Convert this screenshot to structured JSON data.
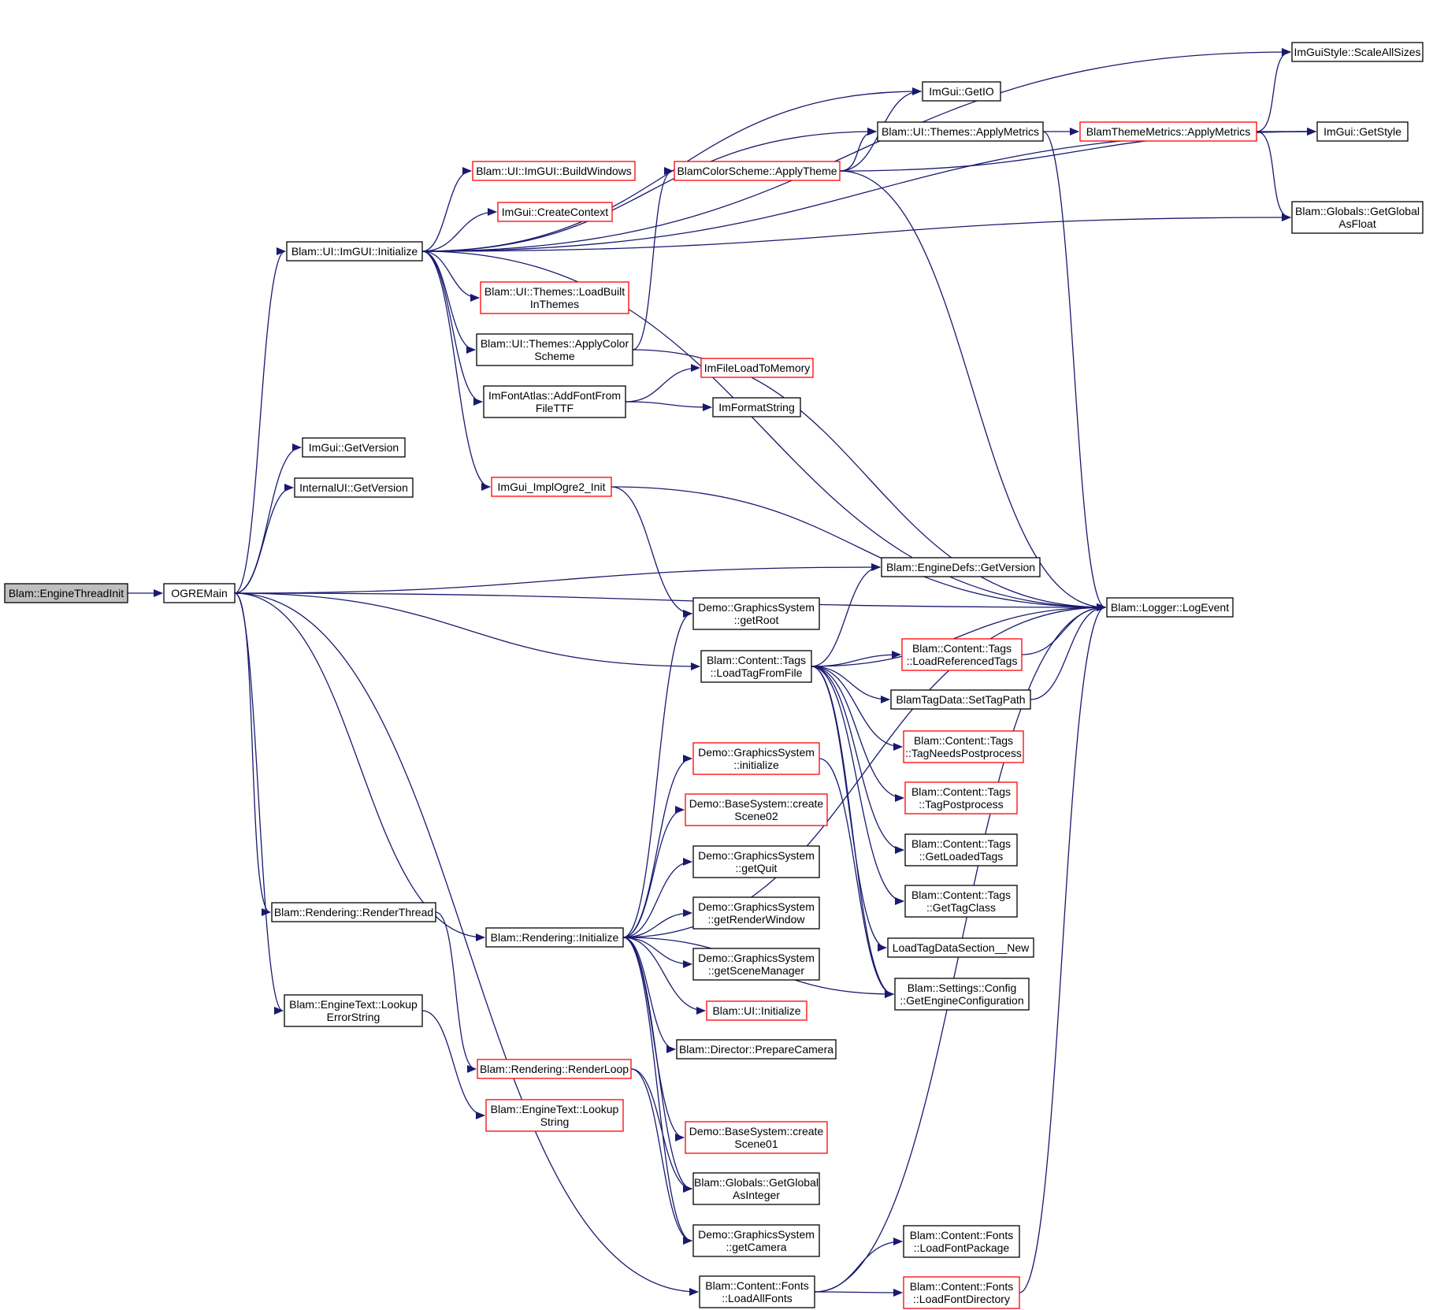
{
  "graph": {
    "nodes": [
      {
        "id": "n_engine_thread_init",
        "lines": [
          "Blam::EngineThreadInit"
        ],
        "style": "root"
      },
      {
        "id": "n_ogre_main",
        "lines": [
          "OGREMain"
        ],
        "style": "normal"
      },
      {
        "id": "n_imgui_initialize",
        "lines": [
          "Blam::UI::ImGUI::Initialize"
        ],
        "style": "normal"
      },
      {
        "id": "n_imgui_getversion",
        "lines": [
          "ImGui::GetVersion"
        ],
        "style": "normal"
      },
      {
        "id": "n_internalui_getversion",
        "lines": [
          "InternalUI::GetVersion"
        ],
        "style": "normal"
      },
      {
        "id": "n_render_thread",
        "lines": [
          "Blam::Rendering::RenderThread"
        ],
        "style": "normal"
      },
      {
        "id": "n_lookup_error_string",
        "lines": [
          "Blam::EngineText::Lookup",
          "ErrorString"
        ],
        "style": "normal"
      },
      {
        "id": "n_build_windows",
        "lines": [
          "Blam::UI::ImGUI::BuildWindows"
        ],
        "style": "truncated"
      },
      {
        "id": "n_create_context",
        "lines": [
          "ImGui::CreateContext"
        ],
        "style": "truncated"
      },
      {
        "id": "n_load_builtin_themes",
        "lines": [
          "Blam::UI::Themes::LoadBuilt",
          "InThemes"
        ],
        "style": "truncated"
      },
      {
        "id": "n_apply_color_scheme",
        "lines": [
          "Blam::UI::Themes::ApplyColor",
          "Scheme"
        ],
        "style": "normal"
      },
      {
        "id": "n_add_font_from_file",
        "lines": [
          "ImFontAtlas::AddFontFrom",
          "FileTTF"
        ],
        "style": "normal"
      },
      {
        "id": "n_impl_ogre2_init",
        "lines": [
          "ImGui_ImplOgre2_Init"
        ],
        "style": "truncated"
      },
      {
        "id": "n_rendering_initialize",
        "lines": [
          "Blam::Rendering::Initialize"
        ],
        "style": "normal"
      },
      {
        "id": "n_render_loop",
        "lines": [
          "Blam::Rendering::RenderLoop"
        ],
        "style": "truncated"
      },
      {
        "id": "n_lookup_string",
        "lines": [
          "Blam::EngineText::Lookup",
          "String"
        ],
        "style": "truncated"
      },
      {
        "id": "n_get_io",
        "lines": [
          "ImGui::GetIO"
        ],
        "style": "normal"
      },
      {
        "id": "n_themes_apply_metrics",
        "lines": [
          "Blam::UI::Themes::ApplyMetrics"
        ],
        "style": "normal"
      },
      {
        "id": "n_color_scheme_apply_theme",
        "lines": [
          "BlamColorScheme::ApplyTheme"
        ],
        "style": "truncated"
      },
      {
        "id": "n_im_file_load",
        "lines": [
          "ImFileLoadToMemory"
        ],
        "style": "truncated"
      },
      {
        "id": "n_im_format_string",
        "lines": [
          "ImFormatString"
        ],
        "style": "normal"
      },
      {
        "id": "n_enginedefs_getversion",
        "lines": [
          "Blam::EngineDefs::GetVersion"
        ],
        "style": "normal"
      },
      {
        "id": "n_gs_get_root",
        "lines": [
          "Demo::GraphicsSystem",
          "::getRoot"
        ],
        "style": "normal"
      },
      {
        "id": "n_load_tag_from_file",
        "lines": [
          "Blam::Content::Tags",
          "::LoadTagFromFile"
        ],
        "style": "normal"
      },
      {
        "id": "n_gs_initialize",
        "lines": [
          "Demo::GraphicsSystem",
          "::initialize"
        ],
        "style": "truncated"
      },
      {
        "id": "n_bs_create_scene02",
        "lines": [
          "Demo::BaseSystem::create",
          "Scene02"
        ],
        "style": "truncated"
      },
      {
        "id": "n_gs_get_quit",
        "lines": [
          "Demo::GraphicsSystem",
          "::getQuit"
        ],
        "style": "normal"
      },
      {
        "id": "n_gs_get_render_window",
        "lines": [
          "Demo::GraphicsSystem",
          "::getRenderWindow"
        ],
        "style": "normal"
      },
      {
        "id": "n_gs_get_scene_manager",
        "lines": [
          "Demo::GraphicsSystem",
          "::getSceneManager"
        ],
        "style": "normal"
      },
      {
        "id": "n_ui_initialize",
        "lines": [
          "Blam::UI::Initialize"
        ],
        "style": "truncated"
      },
      {
        "id": "n_director_prepare_camera",
        "lines": [
          "Blam::Director::PrepareCamera"
        ],
        "style": "normal"
      },
      {
        "id": "n_bs_create_scene01",
        "lines": [
          "Demo::BaseSystem::create",
          "Scene01"
        ],
        "style": "truncated"
      },
      {
        "id": "n_get_global_as_integer",
        "lines": [
          "Blam::Globals::GetGlobal",
          "AsInteger"
        ],
        "style": "normal"
      },
      {
        "id": "n_gs_get_camera",
        "lines": [
          "Demo::GraphicsSystem",
          "::getCamera"
        ],
        "style": "normal"
      },
      {
        "id": "n_load_all_fonts",
        "lines": [
          "Blam::Content::Fonts",
          "::LoadAllFonts"
        ],
        "style": "normal"
      },
      {
        "id": "n_theme_metrics_apply",
        "lines": [
          "BlamThemeMetrics::ApplyMetrics"
        ],
        "style": "truncated"
      },
      {
        "id": "n_load_referenced_tags",
        "lines": [
          "Blam::Content::Tags",
          "::LoadReferencedTags"
        ],
        "style": "truncated"
      },
      {
        "id": "n_set_tag_path",
        "lines": [
          "BlamTagData::SetTagPath"
        ],
        "style": "normal"
      },
      {
        "id": "n_tag_needs_postprocess",
        "lines": [
          "Blam::Content::Tags",
          "::TagNeedsPostprocess"
        ],
        "style": "truncated"
      },
      {
        "id": "n_tag_postprocess",
        "lines": [
          "Blam::Content::Tags",
          "::TagPostprocess"
        ],
        "style": "truncated"
      },
      {
        "id": "n_get_loaded_tags",
        "lines": [
          "Blam::Content::Tags",
          "::GetLoadedTags"
        ],
        "style": "normal"
      },
      {
        "id": "n_get_tag_class",
        "lines": [
          "Blam::Content::Tags",
          "::GetTagClass"
        ],
        "style": "normal"
      },
      {
        "id": "n_load_tag_data_section",
        "lines": [
          "LoadTagDataSection__New"
        ],
        "style": "normal"
      },
      {
        "id": "n_get_engine_configuration",
        "lines": [
          "Blam::Settings::Config",
          "::GetEngineConfiguration"
        ],
        "style": "normal"
      },
      {
        "id": "n_load_font_package",
        "lines": [
          "Blam::Content::Fonts",
          "::LoadFontPackage"
        ],
        "style": "normal"
      },
      {
        "id": "n_load_font_directory",
        "lines": [
          "Blam::Content::Fonts",
          "::LoadFontDirectory"
        ],
        "style": "truncated"
      },
      {
        "id": "n_scale_all_sizes",
        "lines": [
          "ImGuiStyle::ScaleAllSizes"
        ],
        "style": "normal"
      },
      {
        "id": "n_get_style",
        "lines": [
          "ImGui::GetStyle"
        ],
        "style": "normal"
      },
      {
        "id": "n_get_global_as_float",
        "lines": [
          "Blam::Globals::GetGlobal",
          "AsFloat"
        ],
        "style": "normal"
      },
      {
        "id": "n_logger_log_event",
        "lines": [
          "Blam::Logger::LogEvent"
        ],
        "style": "normal"
      }
    ],
    "edges": [
      [
        "n_engine_thread_init",
        "n_ogre_main"
      ],
      [
        "n_ogre_main",
        "n_imgui_initialize"
      ],
      [
        "n_ogre_main",
        "n_imgui_getversion"
      ],
      [
        "n_ogre_main",
        "n_internalui_getversion"
      ],
      [
        "n_ogre_main",
        "n_render_thread"
      ],
      [
        "n_ogre_main",
        "n_lookup_error_string"
      ],
      [
        "n_ogre_main",
        "n_rendering_initialize"
      ],
      [
        "n_ogre_main",
        "n_logger_log_event"
      ],
      [
        "n_ogre_main",
        "n_enginedefs_getversion"
      ],
      [
        "n_ogre_main",
        "n_load_tag_from_file"
      ],
      [
        "n_ogre_main",
        "n_load_all_fonts"
      ],
      [
        "n_imgui_initialize",
        "n_scale_all_sizes"
      ],
      [
        "n_imgui_initialize",
        "n_get_io"
      ],
      [
        "n_imgui_initialize",
        "n_get_style"
      ],
      [
        "n_imgui_initialize",
        "n_themes_apply_metrics"
      ],
      [
        "n_imgui_initialize",
        "n_build_windows"
      ],
      [
        "n_imgui_initialize",
        "n_create_context"
      ],
      [
        "n_imgui_initialize",
        "n_get_global_as_float"
      ],
      [
        "n_imgui_initialize",
        "n_load_builtin_themes"
      ],
      [
        "n_imgui_initialize",
        "n_apply_color_scheme"
      ],
      [
        "n_imgui_initialize",
        "n_add_font_from_file"
      ],
      [
        "n_imgui_initialize",
        "n_impl_ogre2_init"
      ],
      [
        "n_imgui_initialize",
        "n_logger_log_event"
      ],
      [
        "n_apply_color_scheme",
        "n_color_scheme_apply_theme"
      ],
      [
        "n_apply_color_scheme",
        "n_logger_log_event"
      ],
      [
        "n_add_font_from_file",
        "n_im_file_load"
      ],
      [
        "n_add_font_from_file",
        "n_im_format_string"
      ],
      [
        "n_impl_ogre2_init",
        "n_logger_log_event"
      ],
      [
        "n_impl_ogre2_init",
        "n_gs_get_root"
      ],
      [
        "n_color_scheme_apply_theme",
        "n_get_io"
      ],
      [
        "n_color_scheme_apply_theme",
        "n_themes_apply_metrics"
      ],
      [
        "n_color_scheme_apply_theme",
        "n_get_style"
      ],
      [
        "n_color_scheme_apply_theme",
        "n_logger_log_event"
      ],
      [
        "n_themes_apply_metrics",
        "n_theme_metrics_apply"
      ],
      [
        "n_themes_apply_metrics",
        "n_logger_log_event"
      ],
      [
        "n_theme_metrics_apply",
        "n_scale_all_sizes"
      ],
      [
        "n_theme_metrics_apply",
        "n_get_style"
      ],
      [
        "n_theme_metrics_apply",
        "n_get_global_as_float"
      ],
      [
        "n_render_thread",
        "n_render_loop"
      ],
      [
        "n_lookup_error_string",
        "n_lookup_string"
      ],
      [
        "n_rendering_initialize",
        "n_gs_get_root"
      ],
      [
        "n_rendering_initialize",
        "n_gs_initialize"
      ],
      [
        "n_rendering_initialize",
        "n_bs_create_scene02"
      ],
      [
        "n_rendering_initialize",
        "n_gs_get_quit"
      ],
      [
        "n_rendering_initialize",
        "n_gs_get_render_window"
      ],
      [
        "n_rendering_initialize",
        "n_gs_get_scene_manager"
      ],
      [
        "n_rendering_initialize",
        "n_ui_initialize"
      ],
      [
        "n_rendering_initialize",
        "n_director_prepare_camera"
      ],
      [
        "n_rendering_initialize",
        "n_bs_create_scene01"
      ],
      [
        "n_rendering_initialize",
        "n_get_global_as_integer"
      ],
      [
        "n_rendering_initialize",
        "n_gs_get_camera"
      ],
      [
        "n_rendering_initialize",
        "n_logger_log_event"
      ],
      [
        "n_rendering_initialize",
        "n_get_engine_configuration"
      ],
      [
        "n_gs_initialize",
        "n_get_engine_configuration"
      ],
      [
        "n_render_loop",
        "n_get_global_as_integer"
      ],
      [
        "n_render_loop",
        "n_gs_get_camera"
      ],
      [
        "n_load_tag_from_file",
        "n_enginedefs_getversion"
      ],
      [
        "n_load_tag_from_file",
        "n_logger_log_event"
      ],
      [
        "n_load_tag_from_file",
        "n_load_referenced_tags"
      ],
      [
        "n_load_tag_from_file",
        "n_set_tag_path"
      ],
      [
        "n_load_tag_from_file",
        "n_tag_needs_postprocess"
      ],
      [
        "n_load_tag_from_file",
        "n_tag_postprocess"
      ],
      [
        "n_load_tag_from_file",
        "n_get_loaded_tags"
      ],
      [
        "n_load_tag_from_file",
        "n_get_tag_class"
      ],
      [
        "n_load_tag_from_file",
        "n_load_tag_data_section"
      ],
      [
        "n_load_tag_from_file",
        "n_get_engine_configuration"
      ],
      [
        "n_load_referenced_tags",
        "n_logger_log_event"
      ],
      [
        "n_set_tag_path",
        "n_logger_log_event"
      ],
      [
        "n_load_all_fonts",
        "n_load_font_package"
      ],
      [
        "n_load_all_fonts",
        "n_load_font_directory"
      ],
      [
        "n_load_all_fonts",
        "n_logger_log_event"
      ],
      [
        "n_load_font_directory",
        "n_logger_log_event"
      ]
    ],
    "colors": {
      "edge": "#191970",
      "node_border": "#000000",
      "truncated_border": "#ff0000",
      "root_fill": "#bfbfbf",
      "node_fill": "#ffffff",
      "text": "#000000"
    }
  }
}
